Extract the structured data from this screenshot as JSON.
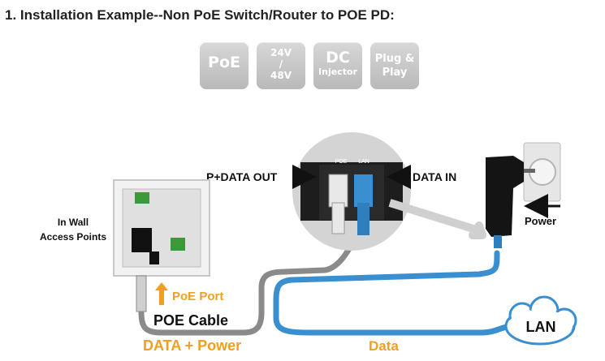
{
  "heading": "1. Installation Example--Non PoE Switch/Router to POE PD:",
  "feature_tiles": [
    {
      "lines": [
        "PoE"
      ]
    },
    {
      "lines": [
        "24V",
        "/",
        "48V"
      ]
    },
    {
      "lines": [
        "DC",
        "Injector"
      ]
    },
    {
      "lines": [
        "Plug &",
        "Play"
      ]
    }
  ],
  "injector": {
    "port_labels": [
      "POE",
      "LAN"
    ],
    "out_label": "P+DATA OUT",
    "in_label": "DATA IN"
  },
  "access_point_label": [
    "In Wall",
    "Access Points"
  ],
  "poe_port_label": "PoE Port",
  "poe_cable_label": "POE Cable",
  "data_power_label": "DATA + Power",
  "data_label": "Data",
  "power_label": "Power",
  "lan_label": "LAN",
  "colors": {
    "orange": "#f0a020",
    "blue_cable": "#3a8fd0",
    "grey_cable": "#8a8a8a",
    "tile_grey": "#c6c6c6"
  }
}
